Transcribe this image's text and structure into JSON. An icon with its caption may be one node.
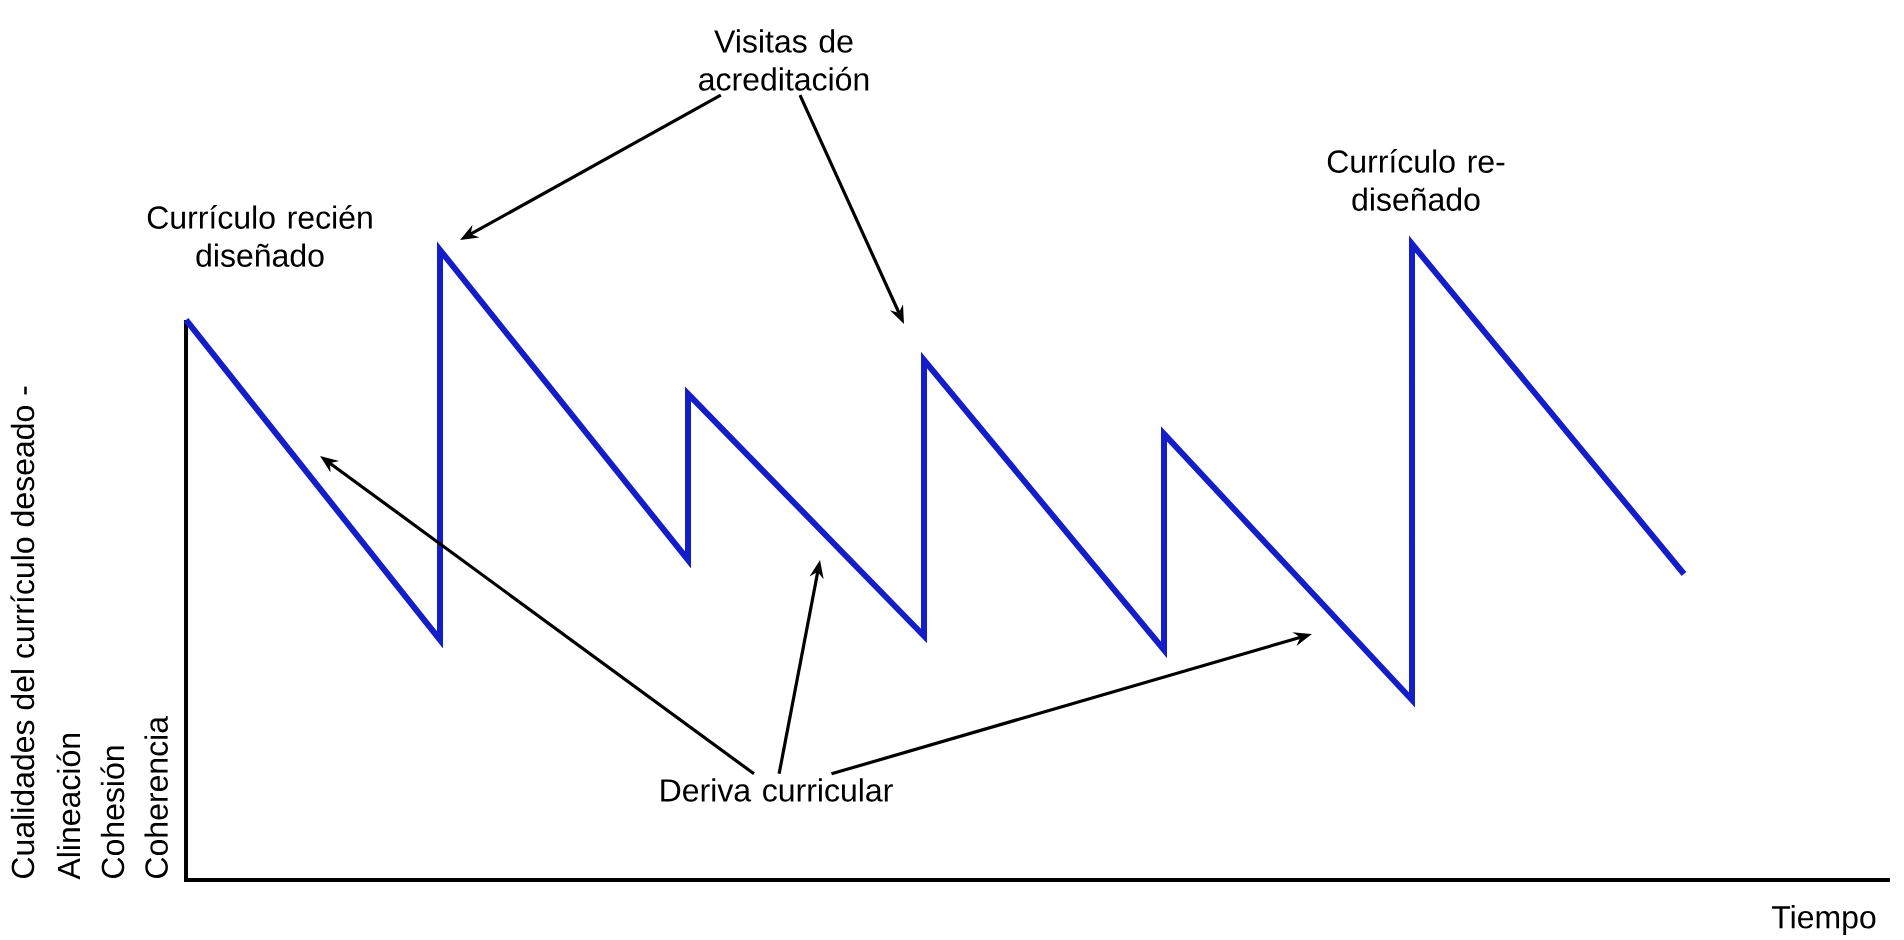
{
  "diagram": {
    "nodes": [
      {
        "text": [
          "Visitas de acreditación"
        ]
      },
      {
        "text": [
          "Deriva curricular"
        ]
      }
    ],
    "edges": [
      {
        "from": 0,
        "to": null,
        "arrow": "to"
      },
      {
        "from": 0,
        "to": null,
        "arrow": "to"
      },
      {
        "from": 1,
        "to": null,
        "arrow": "to"
      },
      {
        "from": 1,
        "to": null,
        "arrow": "to"
      },
      {
        "from": 1,
        "to": null,
        "arrow": "to"
      }
    ],
    "labels": [
      "Currículo recién diseñado",
      "Currículo re-diseñado",
      "Cualidades del currículo deseado -",
      "Alineación",
      "Cohesión",
      "Coherencia",
      "Tiempo"
    ]
  }
}
